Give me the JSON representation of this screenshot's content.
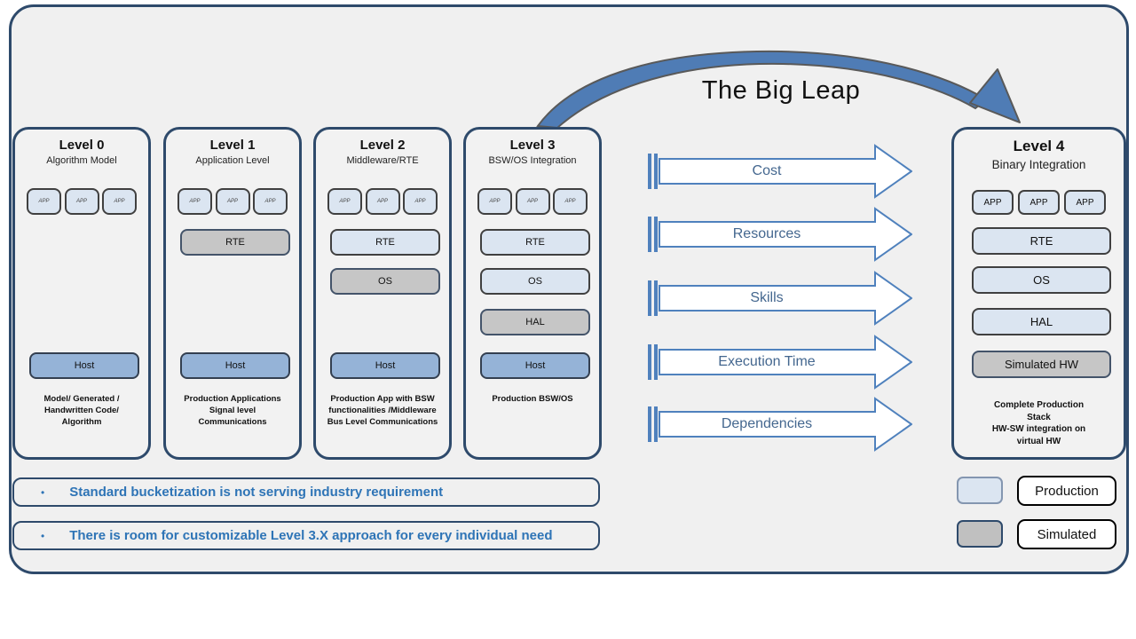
{
  "big_leap": {
    "title": "The Big Leap"
  },
  "levels": [
    {
      "title": "Level 0",
      "subtitle": "Algorithm Model",
      "app_label": "APP",
      "boxes": {
        "host": "Host"
      },
      "caption": "Model/ Generated /\nHandwritten Code/\nAlgorithm"
    },
    {
      "title": "Level 1",
      "subtitle": "Application Level",
      "app_label": "APP",
      "boxes": {
        "rte": "RTE",
        "host": "Host"
      },
      "caption": "Production Applications\nSignal level\nCommunications"
    },
    {
      "title": "Level 2",
      "subtitle": "Middleware/RTE",
      "app_label": "APP",
      "boxes": {
        "rte": "RTE",
        "os": "OS",
        "host": "Host"
      },
      "caption": "Production App with BSW\nfunctionalities /Middleware\nBus Level Communications"
    },
    {
      "title": "Level 3",
      "subtitle": "BSW/OS Integration",
      "app_label": "APP",
      "boxes": {
        "rte": "RTE",
        "os": "OS",
        "hal": "HAL",
        "host": "Host"
      },
      "caption": "Production BSW/OS"
    },
    {
      "title": "Level 4",
      "subtitle": "Binary Integration",
      "app_label": "APP",
      "boxes": {
        "rte": "RTE",
        "os": "OS",
        "hal": "HAL",
        "simulated_hw": "Simulated HW"
      },
      "caption": "Complete Production\nStack\nHW-SW integration on\nvirtual HW"
    }
  ],
  "arrows": [
    "Cost",
    "Resources",
    "Skills",
    "Execution Time",
    "Dependencies"
  ],
  "notes": [
    {
      "bullet": "•",
      "text": "Standard bucketization is not serving industry requirement"
    },
    {
      "bullet": "•",
      "text": "There is room for customizable Level 3.X approach for every individual need"
    }
  ],
  "legend": {
    "production": "Production",
    "simulated": "Simulated"
  },
  "colors": {
    "navy": "#2e4a6b",
    "light_blue": "#dbe5f1",
    "box_gray": "#c6c6c6",
    "host_blue": "#95b3d7",
    "arrow_blue": "#4f81bd",
    "arrow_text": "#44678f",
    "note_blue": "#2e74b6",
    "arc_blue": "#4f7cb5",
    "frame_bg": "#f0f0f0"
  }
}
